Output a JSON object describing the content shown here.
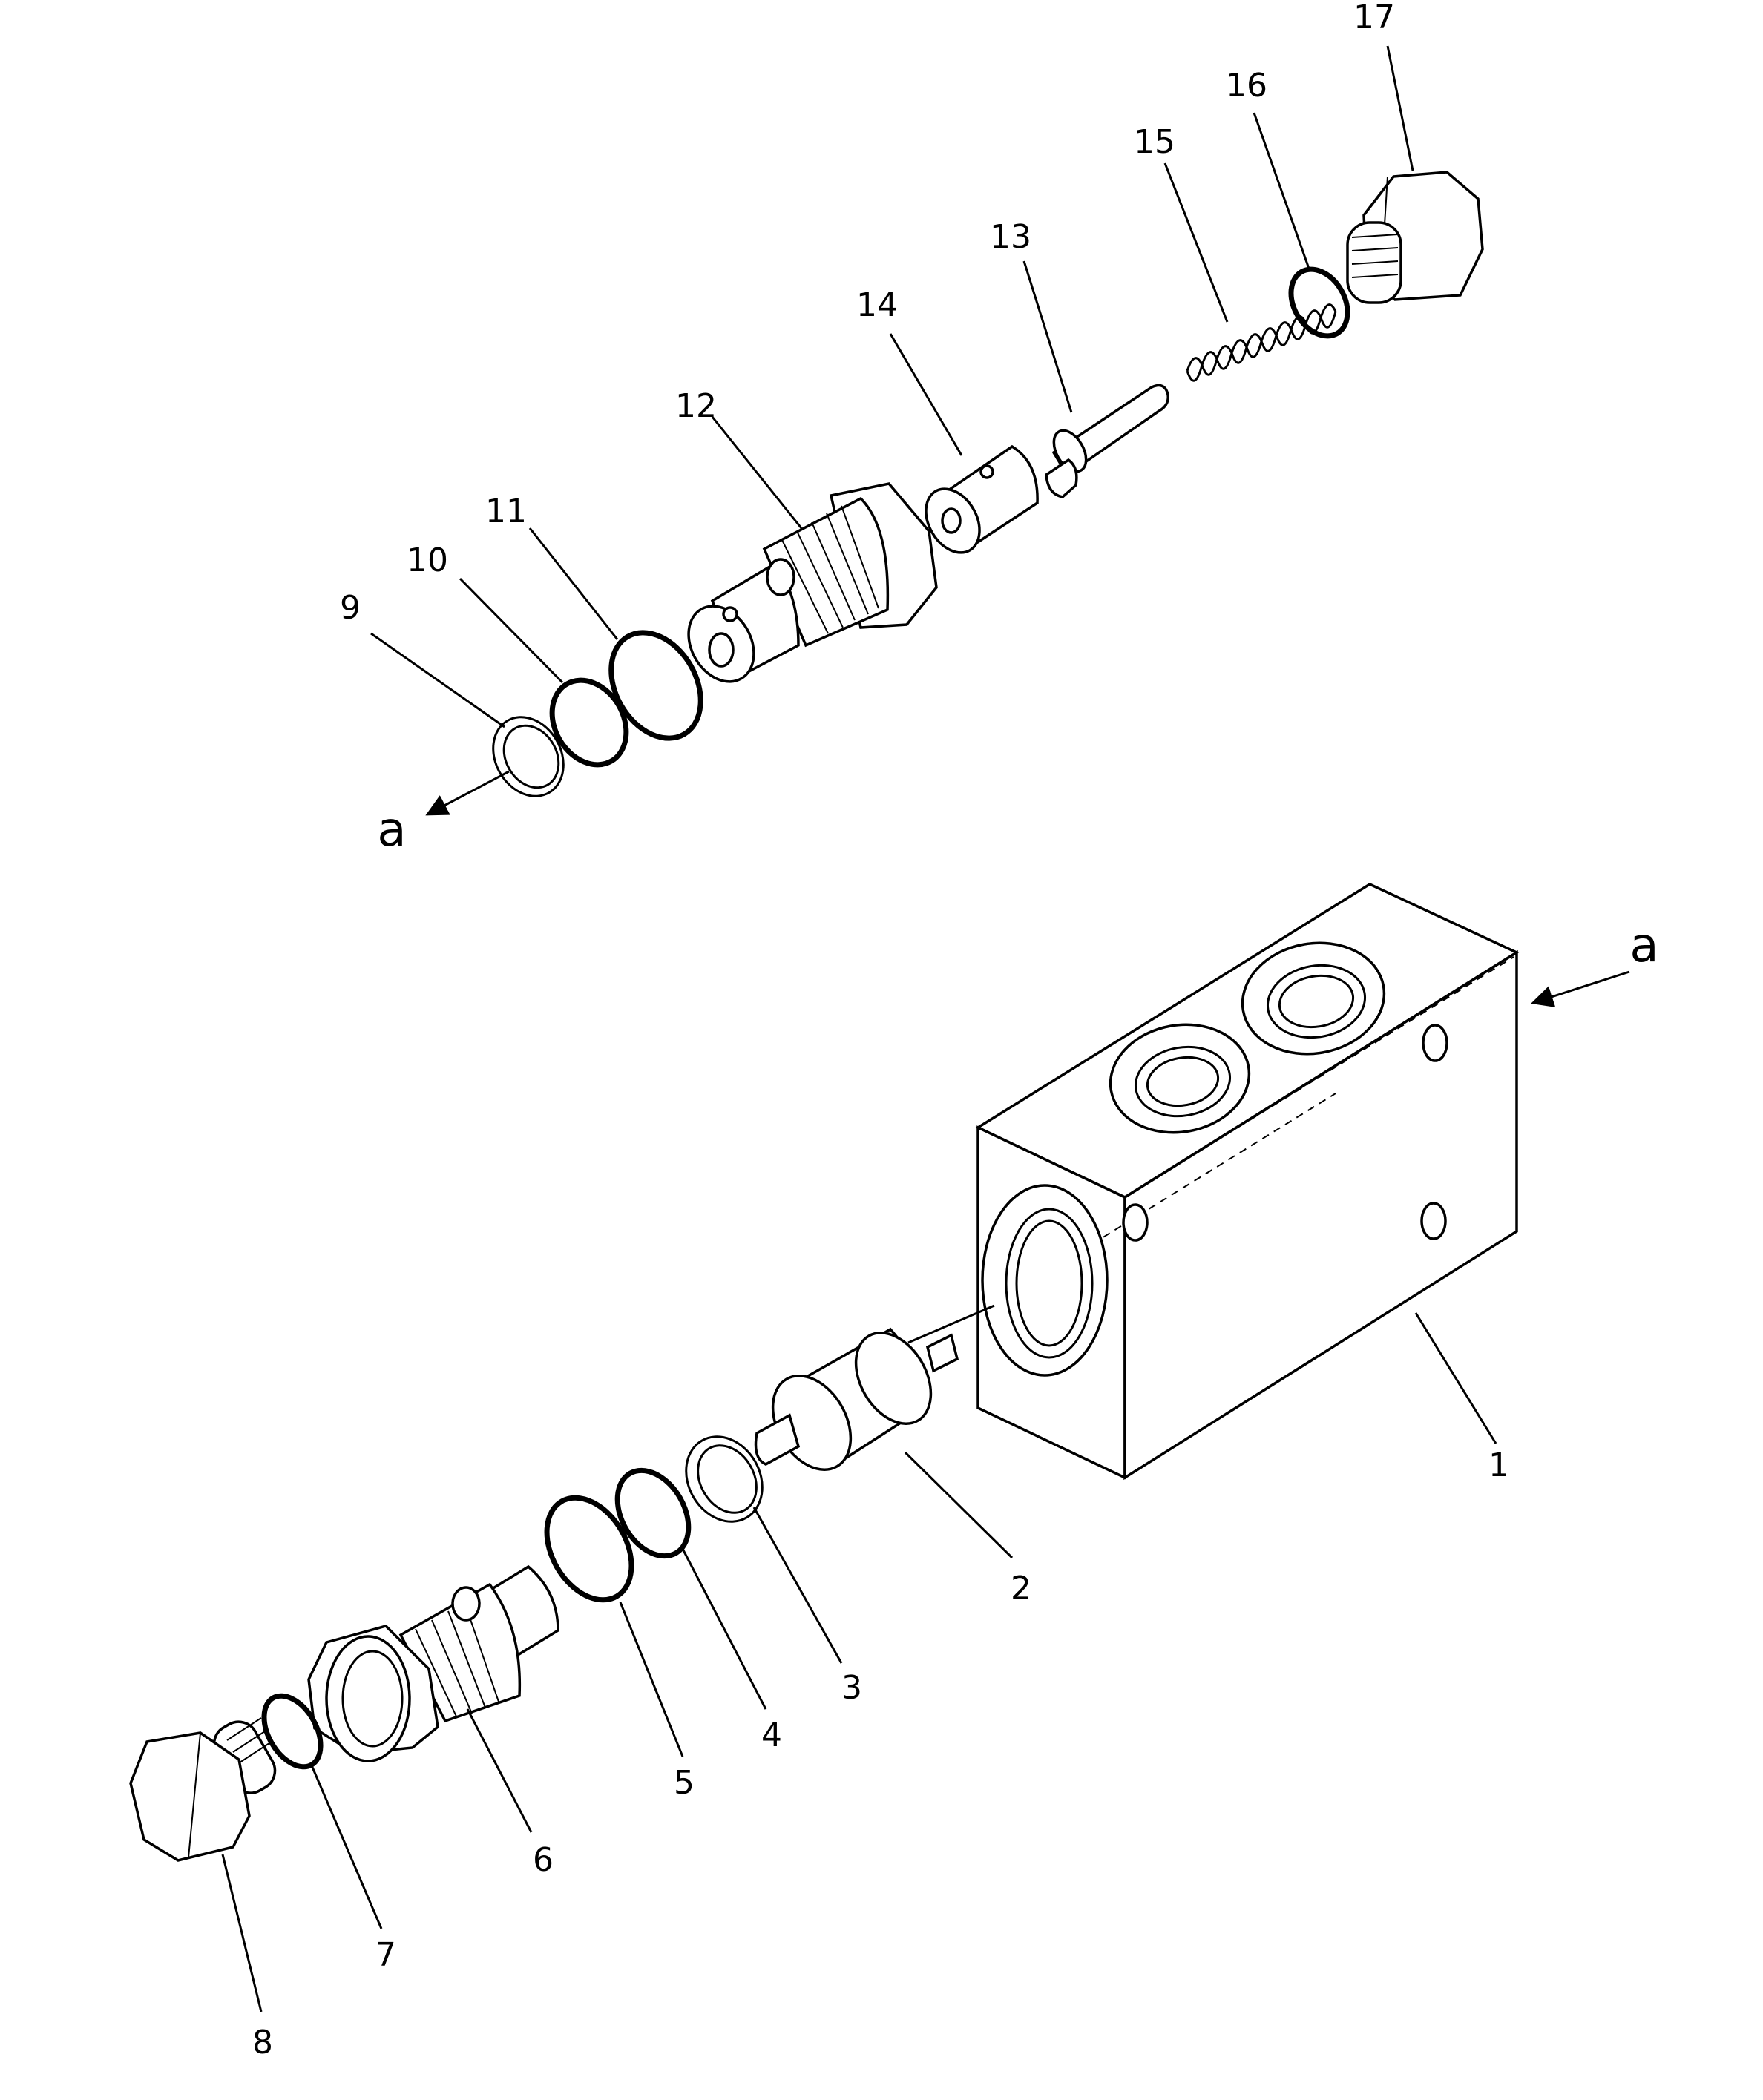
{
  "diagram": {
    "labels": {
      "p1": "1",
      "p2": "2",
      "p3": "3",
      "p4": "4",
      "p5": "5",
      "p6": "6",
      "p7": "7",
      "p8": "8",
      "p9": "9",
      "p10": "10",
      "p11": "11",
      "p12": "12",
      "p13": "13",
      "p14": "14",
      "p15": "15",
      "p16": "16",
      "p17": "17",
      "view_top": "a",
      "view_right": "a"
    }
  }
}
